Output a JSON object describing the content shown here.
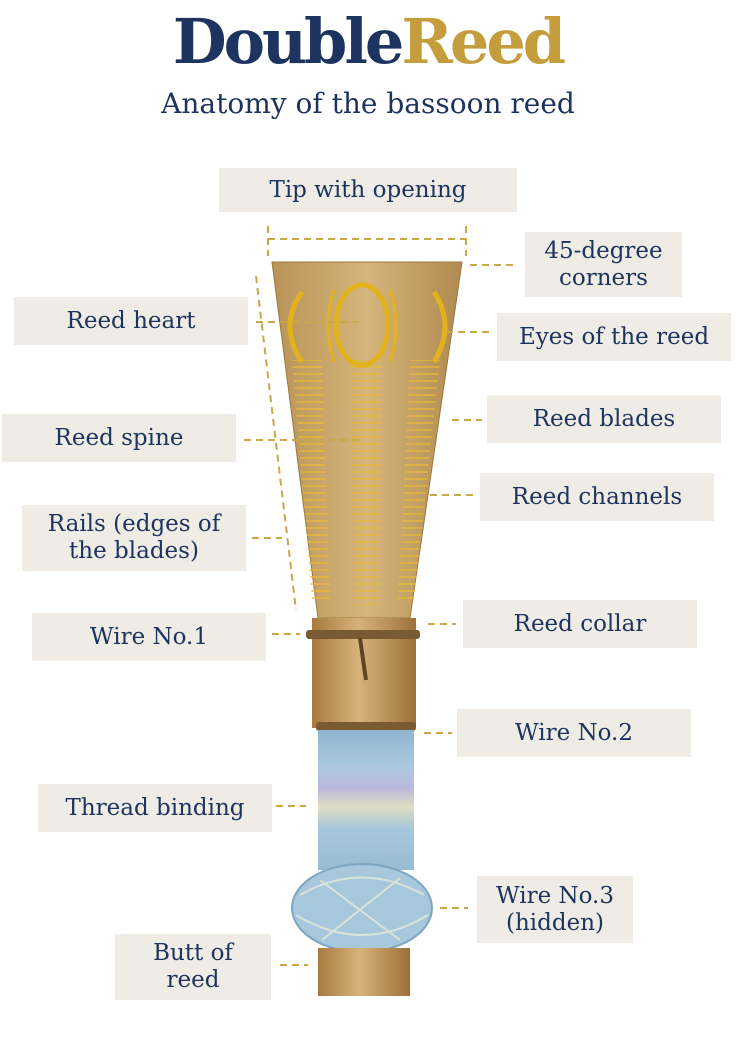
{
  "brand": {
    "word1": "Double",
    "word2": "Reed"
  },
  "subtitle": "Anatomy of the bassoon reed",
  "labels": {
    "tip": "Tip with opening",
    "corners": "45-degree\ncorners",
    "heart": "Reed heart",
    "eyes": "Eyes of the reed",
    "blades": "Reed blades",
    "spine": "Reed spine",
    "channels": "Reed channels",
    "rails": "Rails (edges of\nthe blades)",
    "collar": "Reed collar",
    "wire1": "Wire No.1",
    "wire2": "Wire No.2",
    "thread": "Thread binding",
    "wire3": "Wire No.3\n(hidden)",
    "butt": "Butt of\nreed"
  },
  "colors": {
    "navy": "#1e3460",
    "gold": "#c49e3c",
    "label_bg": "#efece6",
    "cane": "#c9a86a",
    "cane_dark": "#b88f4e",
    "wire": "#7a5a32",
    "thread_blue": "#a3c3d8",
    "thread_purple": "#b5b3da",
    "thread_cream": "#ddddc0",
    "eye_yellow": "#e2b21d",
    "leader": "#c9a84a"
  }
}
